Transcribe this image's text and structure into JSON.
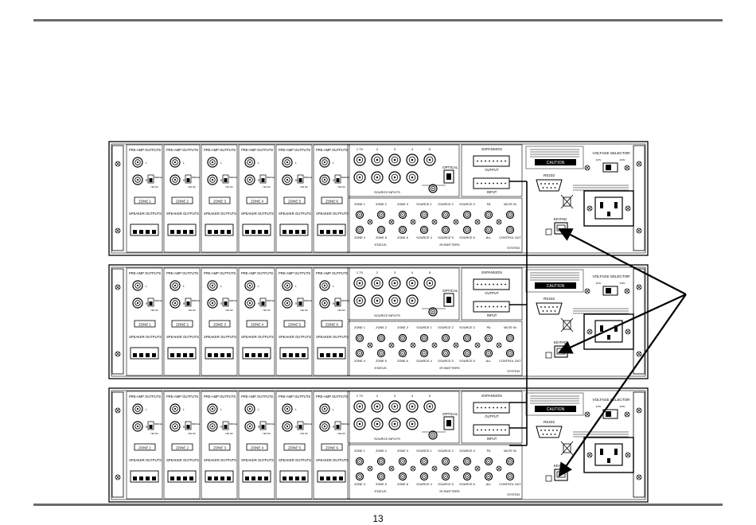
{
  "page_number": "13",
  "zone_labels": [
    "ZONE 1",
    "ZONE 2",
    "ZONE 3",
    "ZONE 4",
    "ZONE 5",
    "ZONE 6"
  ],
  "pre_amp_label": "PRE-AMP OUTPUTS",
  "speaker_outputs_label": "SPEAKER OUTPUTS",
  "source_inputs_label": "SOURCE INPUTS",
  "source_columns": [
    "1 TV",
    "2",
    "3",
    "4",
    "5"
  ],
  "optical_label": "OPTICAL",
  "expansion_label": "EXPANSION",
  "output_label": "OUTPUT",
  "input_label": "INPUT",
  "caution_label": "CAUTION",
  "voltage_selector_label": "VOLTAGE SELECTOR",
  "voltage_options": [
    "115V",
    "230V"
  ],
  "rs232_label": "RS232",
  "keypad_label": "KEYPAD",
  "ir_top_labels": [
    "ZONE 1",
    "ZONE 2",
    "ZONE 3",
    "SOURCE 1",
    "SOURCE 2",
    "SOURCE 3",
    "PA",
    "MUTE IN"
  ],
  "ir_bottom_labels": [
    "ZONE 4",
    "ZONE 5",
    "ZONE 6",
    "SOURCE 4",
    "SOURCE 5",
    "SOURCE 6",
    "ALL",
    "CONTROL OUT"
  ],
  "status_label": "STATUS",
  "ir_emitters_label": "IR EMITTERS",
  "system_label": "SYSTEM",
  "colors": {
    "rule": "#6a6a6a",
    "line": "#000000"
  }
}
